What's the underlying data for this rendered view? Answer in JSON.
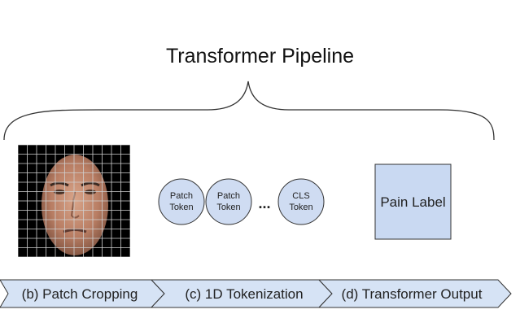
{
  "title": "Transformer Pipeline",
  "tokens": [
    {
      "line1": "Patch",
      "line2": "Token"
    },
    {
      "line1": "Patch",
      "line2": "Token"
    },
    {
      "line1": "CLS",
      "line2": "Token"
    }
  ],
  "ellipsis": "...",
  "output_box": {
    "label": "Pain Label"
  },
  "stages": [
    {
      "label": "(b) Patch Cropping"
    },
    {
      "label": "(c) 1D Tokenization"
    },
    {
      "label": "(d) Transformer Output"
    }
  ],
  "colors": {
    "token_fill": "#cfdcf2",
    "box_fill": "#c9d9f2",
    "arrow_fill": "#d6e3f5",
    "stroke": "#333333",
    "grid_line": "#cccccc",
    "image_bg": "#000000"
  },
  "face_image": {
    "icon": "face-patch-grid-image",
    "grid_cells": 12
  }
}
